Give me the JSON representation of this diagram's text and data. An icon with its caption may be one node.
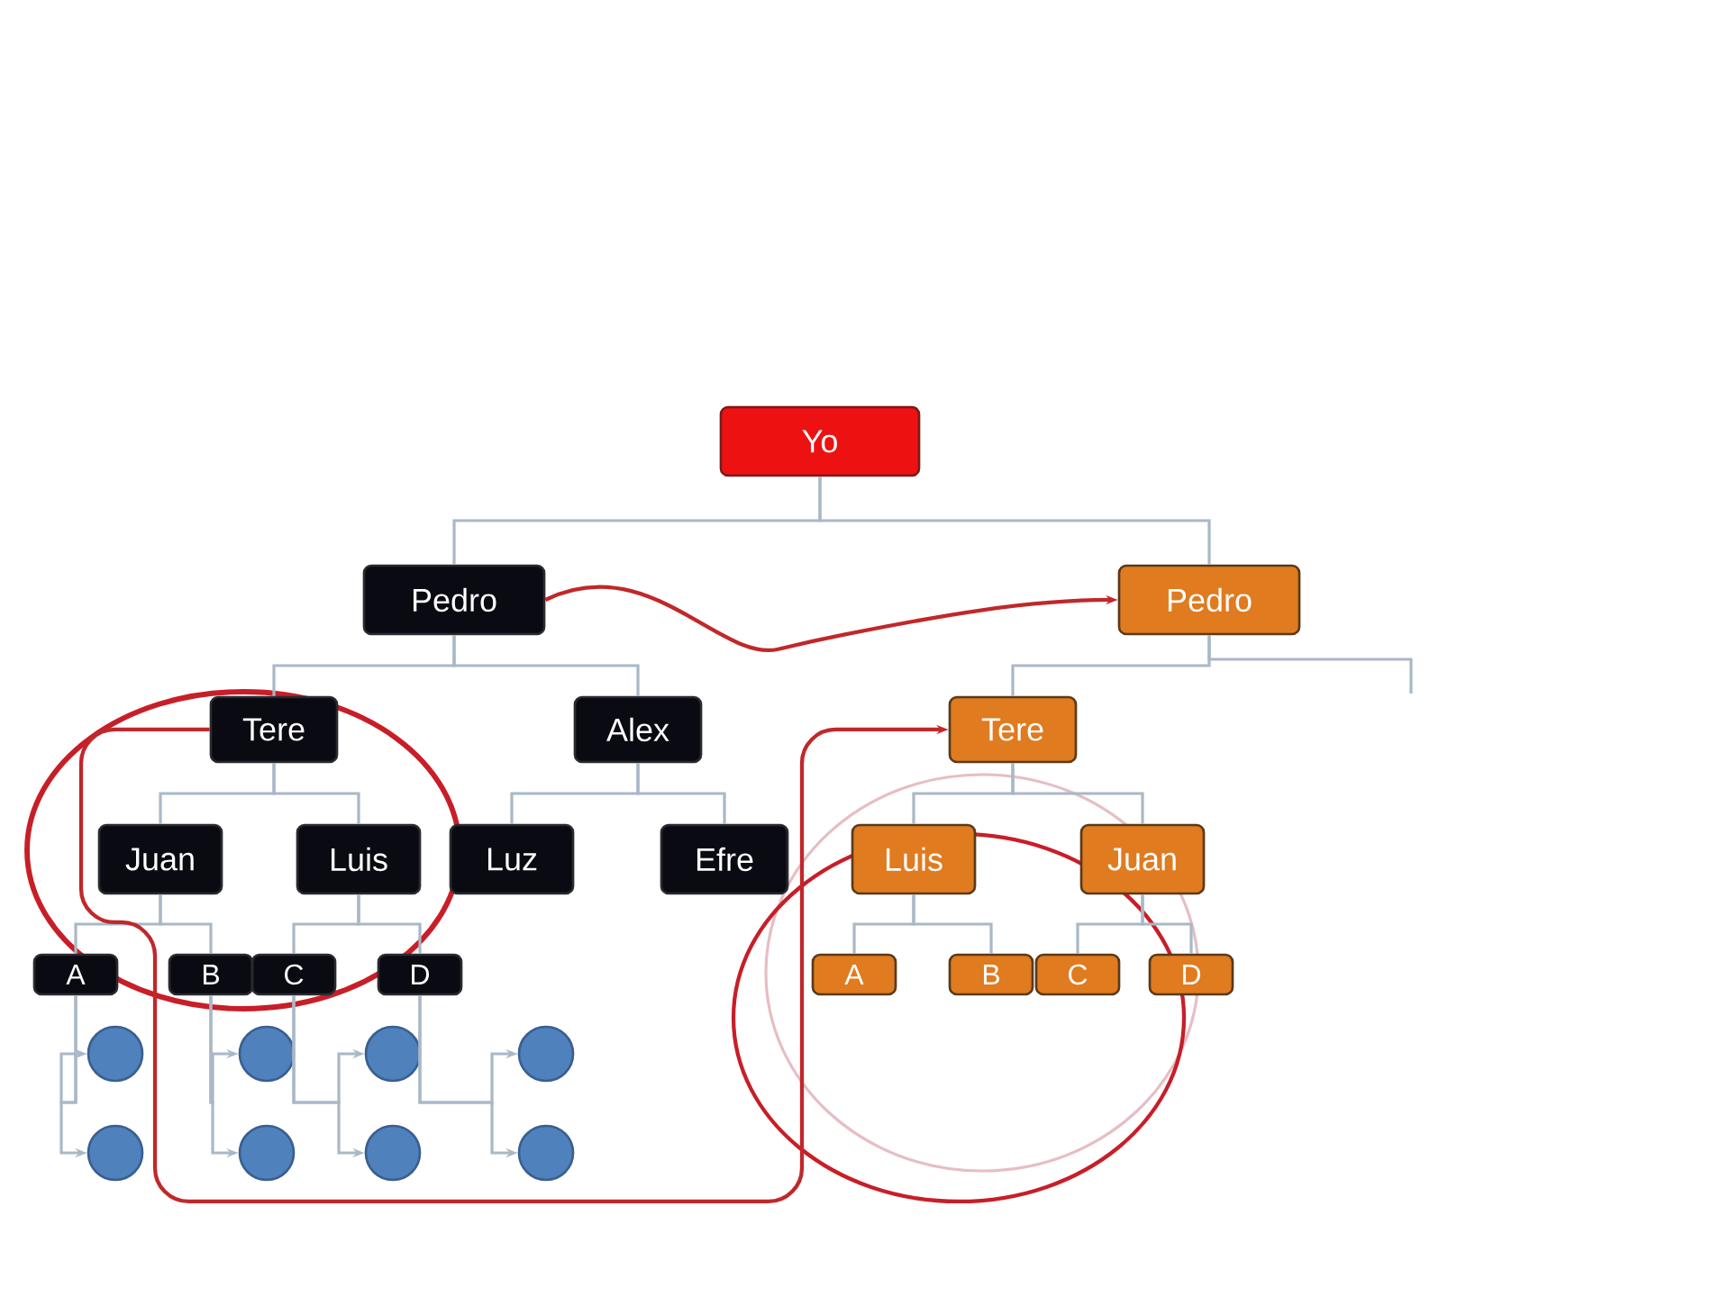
{
  "diagram": {
    "nodes": [
      {
        "text": [
          "Yo"
        ]
      },
      {
        "text": [
          "Pedro"
        ]
      },
      {
        "text": [
          "Pedro"
        ]
      },
      {
        "text": [
          "Tere"
        ]
      },
      {
        "text": [
          "Alex"
        ]
      },
      {
        "text": [
          "Tere"
        ]
      },
      {
        "text": [
          "Juan"
        ]
      },
      {
        "text": [
          "Luis"
        ]
      },
      {
        "text": [
          "Luz"
        ]
      },
      {
        "text": [
          "Efre"
        ]
      },
      {
        "text": [
          "Luis"
        ]
      },
      {
        "text": [
          "Juan"
        ]
      },
      {
        "text": [
          "A"
        ]
      },
      {
        "text": [
          "B"
        ]
      },
      {
        "text": [
          "C"
        ]
      },
      {
        "text": [
          "D"
        ]
      },
      {
        "text": [
          "A"
        ]
      },
      {
        "text": [
          "B"
        ]
      },
      {
        "text": [
          "C"
        ]
      },
      {
        "text": [
          "D"
        ]
      },
      {
        "text": [],
        "shape": "circle"
      },
      {
        "text": [],
        "shape": "circle"
      },
      {
        "text": [],
        "shape": "circle"
      },
      {
        "text": [],
        "shape": "circle"
      },
      {
        "text": [],
        "shape": "circle"
      },
      {
        "text": [],
        "shape": "circle"
      },
      {
        "text": [],
        "shape": "circle"
      },
      {
        "text": [],
        "shape": "circle"
      }
    ],
    "edges": [
      {
        "from": 0,
        "to": 1,
        "arrow": "none"
      },
      {
        "from": 0,
        "to": 2,
        "arrow": "none"
      },
      {
        "from": 1,
        "to": 3,
        "arrow": "none"
      },
      {
        "from": 1,
        "to": 4,
        "arrow": "none"
      },
      {
        "from": 2,
        "to": 5,
        "arrow": "none"
      },
      {
        "from": 2,
        "to": null,
        "arrow": "none"
      },
      {
        "from": 3,
        "to": 6,
        "arrow": "none"
      },
      {
        "from": 3,
        "to": 7,
        "arrow": "none"
      },
      {
        "from": 4,
        "to": 8,
        "arrow": "none"
      },
      {
        "from": 4,
        "to": 9,
        "arrow": "none"
      },
      {
        "from": 5,
        "to": 10,
        "arrow": "none"
      },
      {
        "from": 5,
        "to": 11,
        "arrow": "none"
      },
      {
        "from": 6,
        "to": 12,
        "arrow": "none"
      },
      {
        "from": 6,
        "to": 13,
        "arrow": "none"
      },
      {
        "from": 7,
        "to": 14,
        "arrow": "none"
      },
      {
        "from": 7,
        "to": 15,
        "arrow": "none"
      },
      {
        "from": 10,
        "to": 16,
        "arrow": "none"
      },
      {
        "from": 10,
        "to": 17,
        "arrow": "none"
      },
      {
        "from": 11,
        "to": 18,
        "arrow": "none"
      },
      {
        "from": 11,
        "to": 19,
        "arrow": "none"
      },
      {
        "from": 12,
        "to": 20,
        "arrow": "to"
      },
      {
        "from": 12,
        "to": 21,
        "arrow": "to"
      },
      {
        "from": 13,
        "to": 22,
        "arrow": "to"
      },
      {
        "from": 13,
        "to": 23,
        "arrow": "to"
      },
      {
        "from": 14,
        "to": 24,
        "arrow": "to"
      },
      {
        "from": 14,
        "to": 25,
        "arrow": "to"
      },
      {
        "from": 15,
        "to": 26,
        "arrow": "to"
      },
      {
        "from": 15,
        "to": 27,
        "arrow": "to"
      },
      {
        "from": 1,
        "to": 2,
        "arrow": "to",
        "color": "#c0282a"
      },
      {
        "from": 3,
        "to": 5,
        "arrow": "to",
        "color": "#c0282a"
      }
    ]
  }
}
